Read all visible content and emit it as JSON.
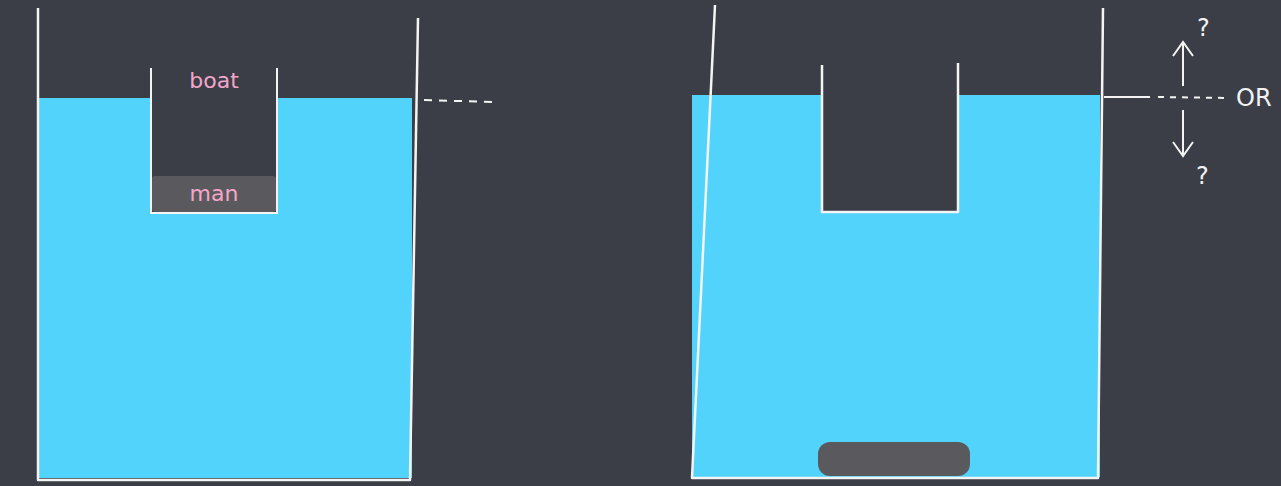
{
  "diagram": {
    "nodes": [
      {
        "text": [
          "boat"
        ]
      },
      {
        "text": [
          "man"
        ],
        "in": 0
      }
    ],
    "labels": [
      "?",
      "OR",
      "?"
    ]
  }
}
